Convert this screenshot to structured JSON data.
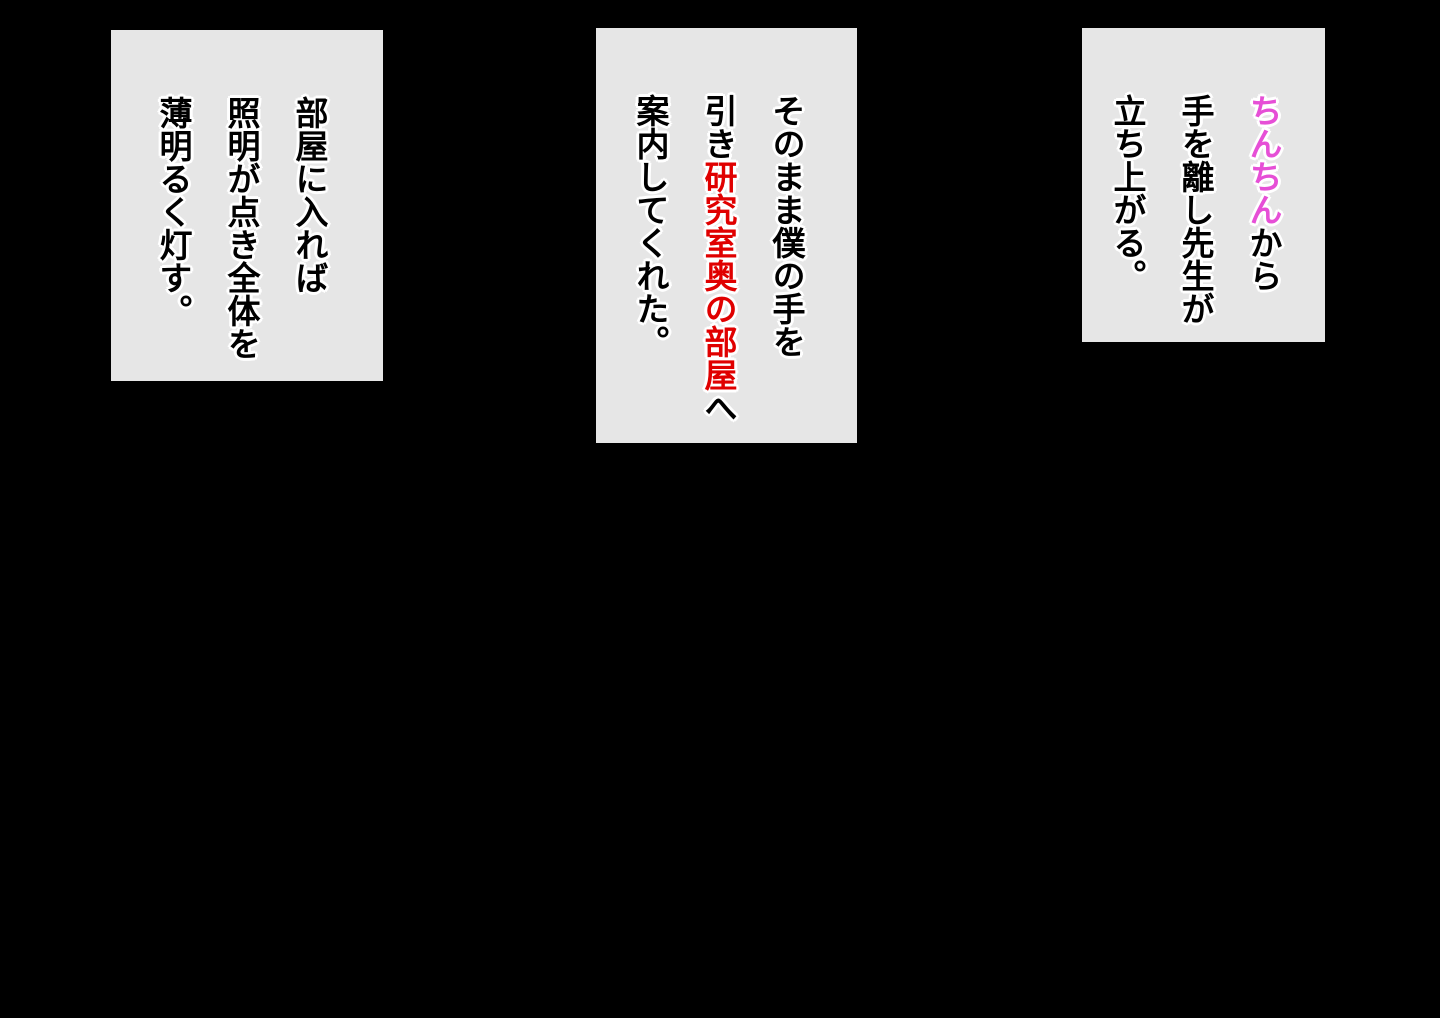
{
  "colors": {
    "background": "#000000",
    "panel": "#e6e6e6",
    "text": "#000000",
    "outline": "#ffffff",
    "pink_highlight": "#e64fd6",
    "red_highlight": "#e00000"
  },
  "panels": [
    {
      "lines": [
        "部屋に入れば",
        "照明が点き全体を",
        "薄明るく灯す。"
      ]
    },
    {
      "line1": "そのまま僕の手を",
      "line2_pre": "引き",
      "line2_highlight": "研究室奥の部屋",
      "line2_post": "へ",
      "line3": "案内してくれた。"
    },
    {
      "line1_highlight": "ちんちん",
      "line1_post": "から",
      "line2": "手を離し先生が",
      "line3": "立ち上がる。"
    }
  ]
}
